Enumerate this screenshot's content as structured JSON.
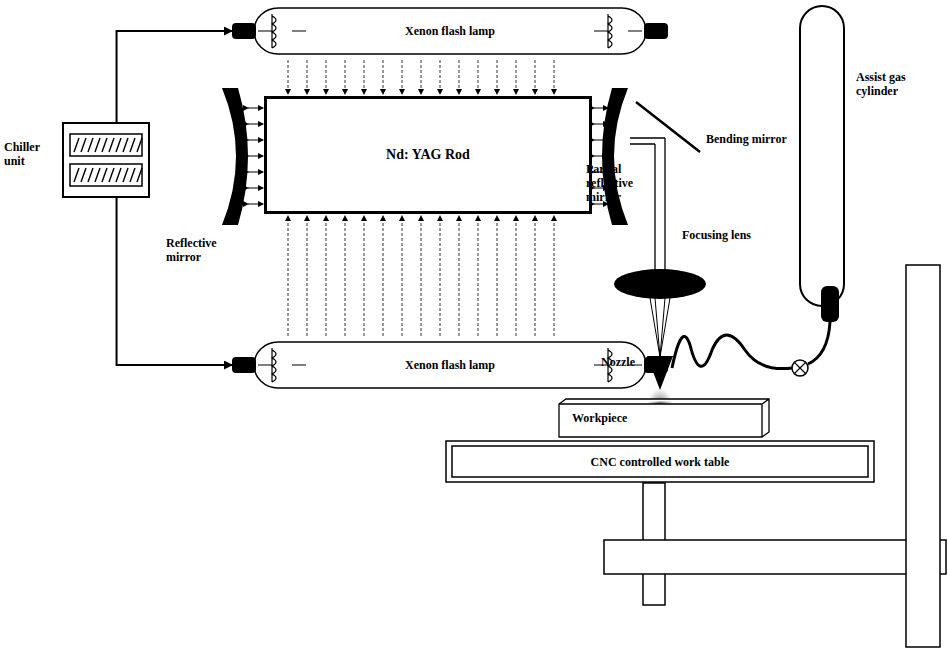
{
  "diagram": {
    "nodes": [
      {
        "text": [
          "Xenon flash lamp"
        ]
      },
      {
        "text": [
          "Chiller unit"
        ]
      },
      {
        "text": [
          "Nd: YAG Rod"
        ]
      },
      {
        "text": [
          "Xenon flash lamp"
        ]
      },
      {
        "text": [
          "Workpiece"
        ]
      },
      {
        "text": [
          "CNC controlled work table"
        ]
      }
    ],
    "edges": [
      {
        "from": 1,
        "to": 0,
        "arrow": "to"
      },
      {
        "from": 1,
        "to": 3,
        "arrow": "to"
      }
    ],
    "labels": [
      "Reflective mirror",
      "Partial reflective mirror",
      "Bending mirror",
      "Focusing lens",
      "Nozzle",
      "Assist gas cylinder"
    ]
  }
}
